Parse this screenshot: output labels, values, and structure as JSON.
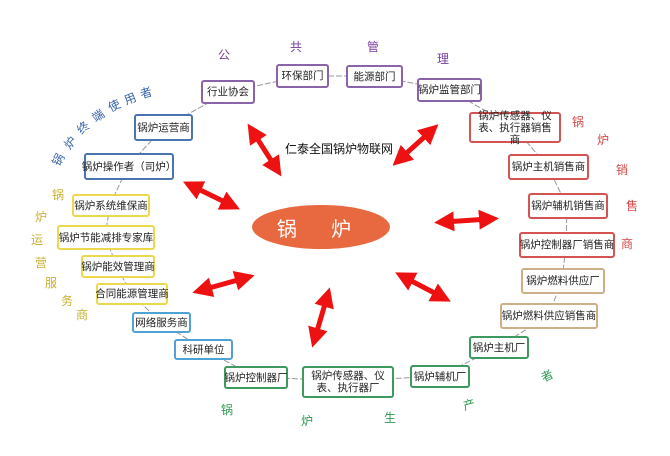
{
  "title": "仁泰全国锅炉物联网",
  "core": "锅 炉",
  "groups": {
    "public": [
      "公",
      "共",
      "管",
      "理"
    ],
    "users": [
      "锅",
      "炉",
      "终",
      "端",
      "使",
      "用",
      "者"
    ],
    "service": [
      "锅",
      "炉",
      "运",
      "营",
      "服",
      "务",
      "商"
    ],
    "sales": [
      "锅",
      "炉",
      "销",
      "售",
      "商"
    ],
    "producers": [
      "锅",
      "炉",
      "生",
      "产",
      "者"
    ]
  },
  "nodes": [
    "行业协会",
    "环保部门",
    "能源部门",
    "锅炉监管部门",
    "锅炉传感器、仪表、执行器销售商",
    "锅炉主机销售商",
    "锅炉辅机销售商",
    "锅炉控制器厂销售商",
    "锅炉燃料供应厂",
    "锅炉燃料供应销售商",
    "锅炉主机厂",
    "锅炉辅机厂",
    "锅炉传感器、仪表、执行器厂",
    "锅炉控制器厂",
    "科研单位",
    "网络服务商",
    "合同能源管理商",
    "锅炉能效管理商",
    "锅炉节能减排专家库",
    "锅炉系统维保商",
    "锅炉操作者（司炉）",
    "锅炉运营商"
  ],
  "colors": {
    "arrow": "#ee1111",
    "core": "#e8683f",
    "public": "#7a3d9a",
    "users": "#3a64a8",
    "service": "#c8b030",
    "sales": "#d44848",
    "producers": "#2e9a50"
  }
}
